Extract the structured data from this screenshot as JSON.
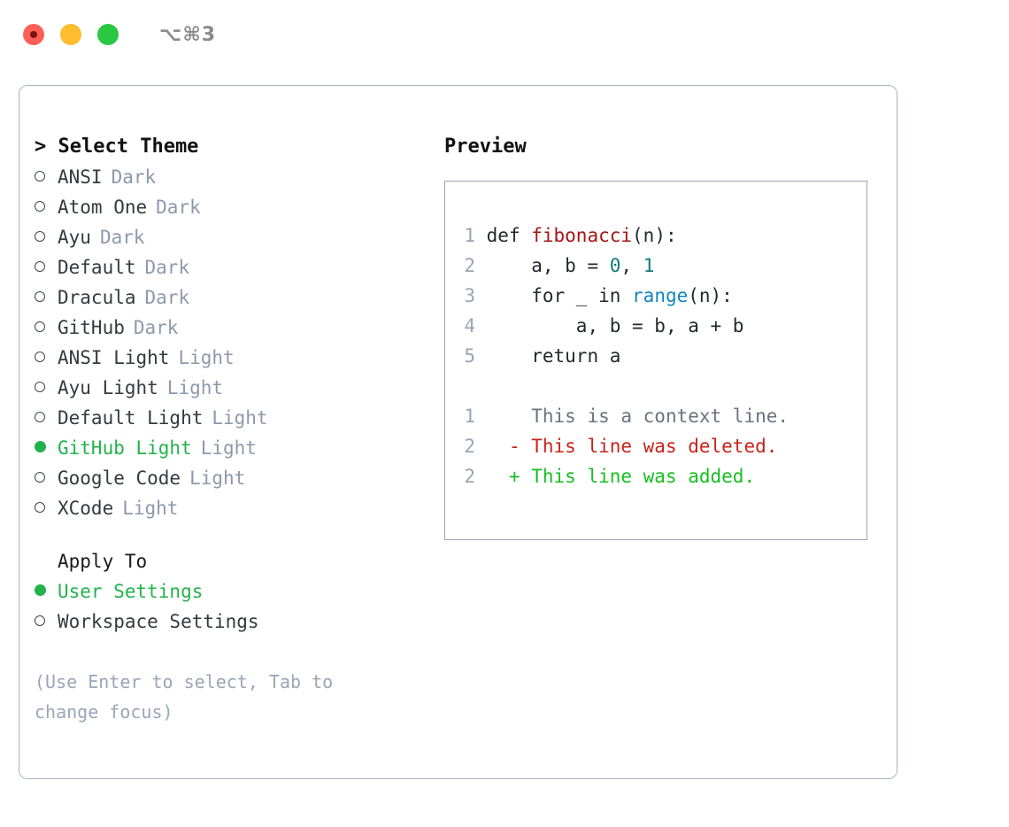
{
  "titlebar": {
    "shortcut": "⌥⌘3",
    "buttons": [
      "close",
      "minimize",
      "zoom"
    ]
  },
  "theme_panel": {
    "heading": "> Select Theme",
    "items": [
      {
        "marker": "ring",
        "name": "ANSI",
        "kind": "Dark",
        "selected": false
      },
      {
        "marker": "ring",
        "name": "Atom One",
        "kind": "Dark",
        "selected": false
      },
      {
        "marker": "ring",
        "name": "Ayu",
        "kind": "Dark",
        "selected": false
      },
      {
        "marker": "ring",
        "name": "Default",
        "kind": "Dark",
        "selected": false
      },
      {
        "marker": "ring",
        "name": "Dracula",
        "kind": "Dark",
        "selected": false
      },
      {
        "marker": "ring",
        "name": "GitHub",
        "kind": "Dark",
        "selected": false
      },
      {
        "marker": "ring",
        "name": "ANSI Light",
        "kind": "Light",
        "selected": false
      },
      {
        "marker": "ring",
        "name": "Ayu Light",
        "kind": "Light",
        "selected": false
      },
      {
        "marker": "ring",
        "name": "Default Light",
        "kind": "Light",
        "selected": false
      },
      {
        "marker": "fill",
        "name": "GitHub Light",
        "kind": "Light",
        "selected": true
      },
      {
        "marker": "ring",
        "name": "Google Code",
        "kind": "Light",
        "selected": false
      },
      {
        "marker": "ring",
        "name": "XCode",
        "kind": "Light",
        "selected": false
      }
    ]
  },
  "apply_to": {
    "label": "Apply To",
    "items": [
      {
        "marker": "fill",
        "name": "User Settings",
        "selected": true
      },
      {
        "marker": "ring",
        "name": "Workspace Settings",
        "selected": false
      }
    ]
  },
  "hint": "(Use Enter to select, Tab to change focus)",
  "preview": {
    "title": "Preview",
    "code_lines": [
      {
        "no": "1",
        "segments": [
          {
            "text": "def ",
            "tok": "plain"
          },
          {
            "text": "fibonacci",
            "tok": "fn"
          },
          {
            "text": "(n):",
            "tok": "plain"
          }
        ]
      },
      {
        "no": "2",
        "segments": [
          {
            "text": "    a, b = ",
            "tok": "plain"
          },
          {
            "text": "0",
            "tok": "num"
          },
          {
            "text": ", ",
            "tok": "plain"
          },
          {
            "text": "1",
            "tok": "num"
          }
        ]
      },
      {
        "no": "3",
        "segments": [
          {
            "text": "    for _ in ",
            "tok": "plain"
          },
          {
            "text": "range",
            "tok": "call"
          },
          {
            "text": "(n):",
            "tok": "plain"
          }
        ]
      },
      {
        "no": "4",
        "segments": [
          {
            "text": "        a, b = b, a + b",
            "tok": "plain"
          }
        ]
      },
      {
        "no": "5",
        "segments": [
          {
            "text": "    return a",
            "tok": "plain"
          }
        ]
      }
    ],
    "diff_lines": [
      {
        "no": "1",
        "prefix": "  ",
        "text": "This is a context line.",
        "tok": "ctx"
      },
      {
        "no": "2",
        "prefix": "- ",
        "text": "This line was deleted.",
        "tok": "del"
      },
      {
        "no": "2",
        "prefix": "+ ",
        "text": "This line was added.",
        "tok": "add"
      }
    ]
  },
  "colors": {
    "accent_green": "#22b24c",
    "muted_blue_gray": "#8d99ab",
    "border": "#aab4c2",
    "function_red": "#a31515",
    "call_blue": "#1184c0",
    "number_teal": "#107a78",
    "diff_del": "#c8231b",
    "diff_add": "#14c020",
    "diff_ctx": "#6a737d",
    "dot_red": "#ff5f57",
    "dot_yellow": "#febc2e",
    "dot_green": "#28c840"
  }
}
